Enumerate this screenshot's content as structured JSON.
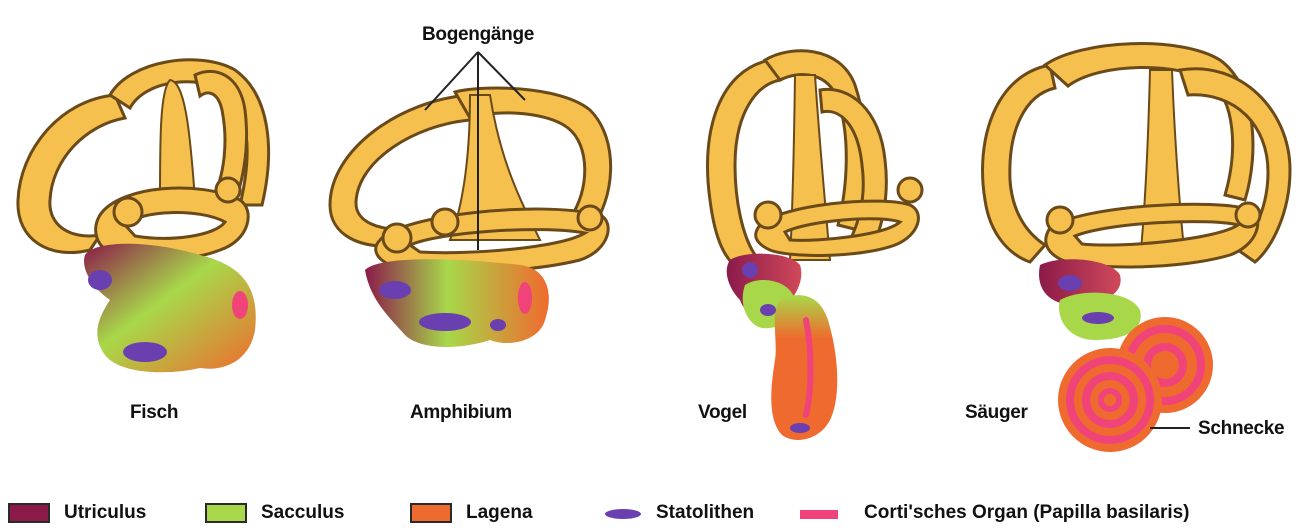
{
  "title": "Bogengänge",
  "organisms": [
    {
      "name": "Fisch"
    },
    {
      "name": "Amphibium"
    },
    {
      "name": "Vogel"
    },
    {
      "name": "Säuger"
    }
  ],
  "annotations": {
    "cochlea": "Schnecke"
  },
  "legend": [
    {
      "label": "Utriculus",
      "color": "#8b1a4a",
      "kind": "swatch"
    },
    {
      "label": "Sacculus",
      "color": "#a8d84a",
      "kind": "swatch"
    },
    {
      "label": "Lagena",
      "color": "#ef6a2e",
      "kind": "swatch"
    },
    {
      "label": "Statolithen",
      "color": "#6a3fb0",
      "kind": "glyph"
    },
    {
      "label": "Corti'sches Organ (Papilla basilaris)",
      "color": "#f0437a",
      "kind": "glyph"
    }
  ],
  "colors": {
    "canal_fill": "#f6c04e",
    "canal_outline": "#6b4a1a",
    "utriculus": "#8b1a4a",
    "sacculus": "#a8d84a",
    "lagena": "#ef6a2e",
    "statolith": "#6a3fb0",
    "corti": "#f0437a"
  }
}
